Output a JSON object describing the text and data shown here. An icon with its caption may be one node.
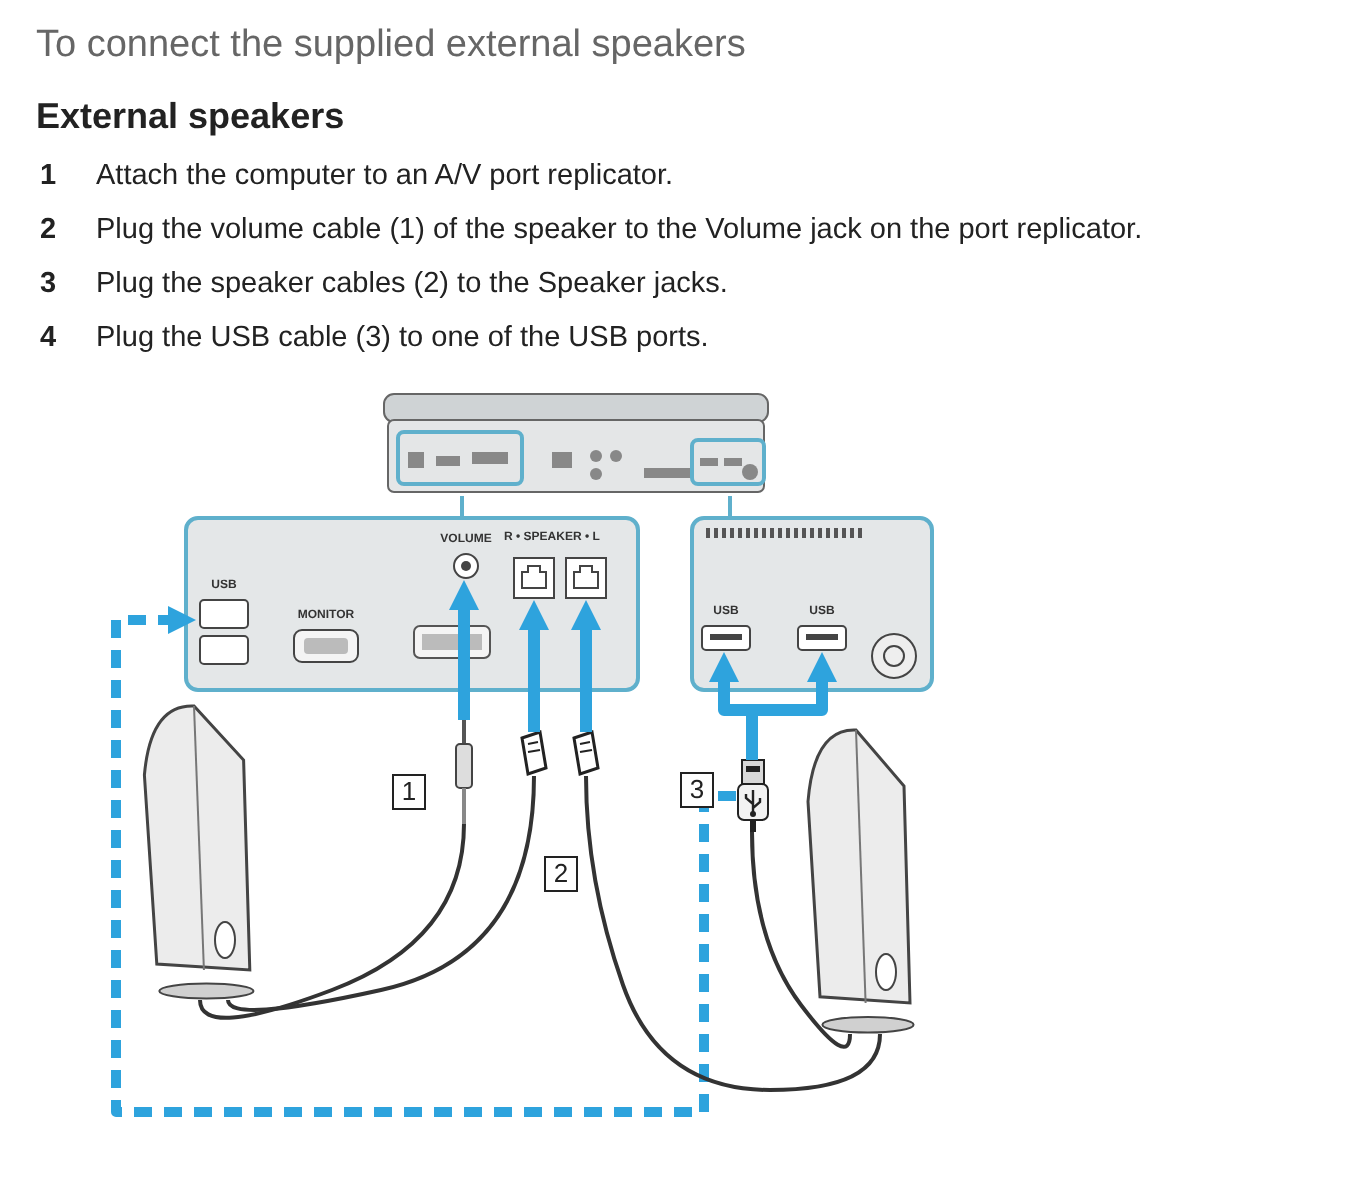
{
  "diagram": {
    "title": "To connect the supplied external speakers",
    "nodes": [
      {
        "text": [],
        "shape": "picture"
      },
      {
        "text": [],
        "shape": "box"
      },
      {
        "text": [
          "USB"
        ],
        "in": 1
      },
      {
        "text": [
          "MONITOR"
        ],
        "in": 1
      },
      {
        "text": [
          "VOLUME"
        ],
        "in": 1
      },
      {
        "text": [],
        "shape": "box",
        "in": 1
      },
      {
        "text": [],
        "shape": "box",
        "in": 1
      },
      {
        "text": [],
        "shape": "box"
      },
      {
        "text": [
          "USB"
        ],
        "in": 7
      },
      {
        "text": [
          "USB"
        ],
        "in": 7
      },
      {
        "text": [],
        "shape": "picture"
      },
      {
        "text": [],
        "shape": "picture"
      },
      {
        "text": [],
        "shape": "picture"
      },
      {
        "text": [],
        "shape": "picture"
      },
      {
        "text": [],
        "shape": "picture"
      },
      {
        "text": [],
        "shape": "picture"
      }
    ],
    "edges": [
      {
        "from": 0,
        "to": 1,
        "arrow": "none",
        "color": "#5fb0cc"
      },
      {
        "from": 0,
        "to": 7,
        "arrow": "none",
        "color": "#5fb0cc"
      },
      {
        "from": 11,
        "to": 4,
        "arrow": "to",
        "style": "thick"
      },
      {
        "from": 12,
        "to": 5,
        "arrow": "to",
        "style": "thick"
      },
      {
        "from": 13,
        "to": 6,
        "arrow": "to",
        "style": "thick"
      },
      {
        "from": 14,
        "to": 8,
        "arrow": "to",
        "style": "thick"
      },
      {
        "from": 14,
        "to": 9,
        "arrow": "to",
        "style": "thick"
      },
      {
        "from": 14,
        "to": 2,
        "arrow": "to",
        "style": "dashed"
      },
      {
        "from": 10,
        "to": 11,
        "arrow": "none",
        "color": "#333333"
      },
      {
        "from": 10,
        "to": 12,
        "arrow": "none",
        "color": "#333333"
      },
      {
        "from": 15,
        "to": 13,
        "arrow": "none",
        "color": "#333333"
      },
      {
        "from": 15,
        "to": 14,
        "arrow": "none",
        "color": "#333333"
      }
    ],
    "labels": [
      "External speakers",
      "1",
      "Attach the computer to an A/V port replicator.",
      "2",
      "Plug the volume cable (1) of the speaker to the Volume jack on the port replicator.",
      "3",
      "Plug the speaker cables (2) to the Speaker jacks.",
      "4",
      "Plug the USB cable (3) to one of the USB ports.",
      "R • SPEAKER • L",
      "1",
      "2",
      "3"
    ]
  }
}
